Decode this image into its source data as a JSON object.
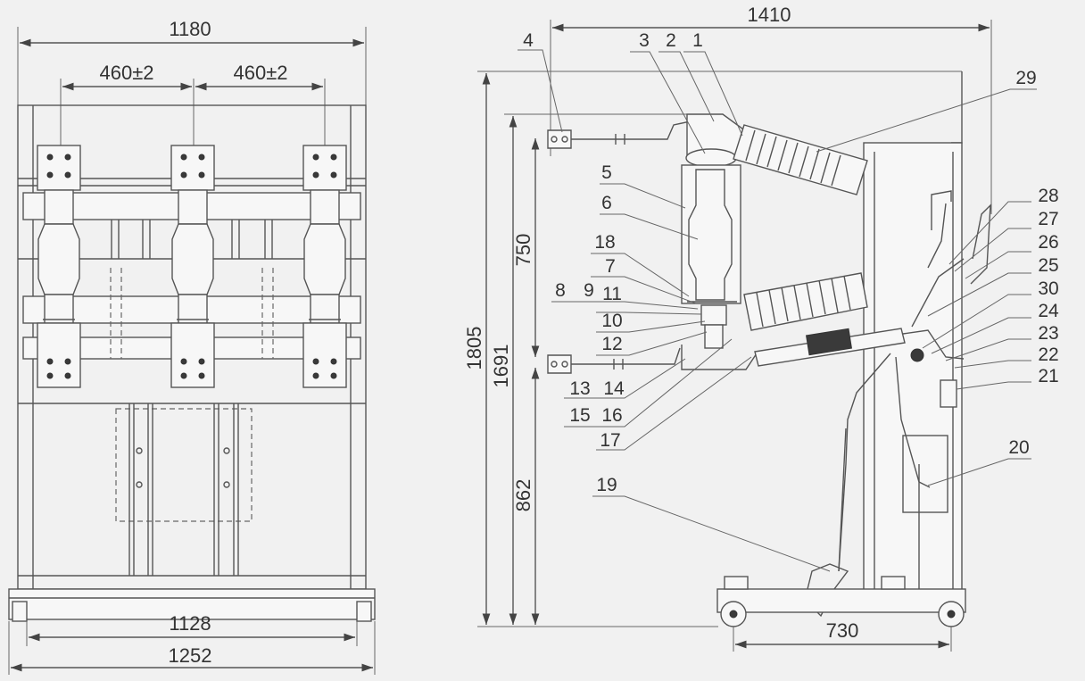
{
  "front_view": {
    "dimensions": {
      "overall_width": "1180",
      "phase_spacing_left": "460±2",
      "phase_spacing_right": "460±2",
      "wheel_track": "1128",
      "base_width": "1252"
    }
  },
  "side_view": {
    "dimensions": {
      "overall_depth": "1410",
      "overall_height": "1805",
      "upper_terminal_height": "1691",
      "terminal_spacing": "750",
      "lower_terminal_height": "862",
      "wheel_base": "730"
    },
    "callouts": [
      "1",
      "2",
      "3",
      "4",
      "5",
      "6",
      "18",
      "7",
      "8",
      "9",
      "11",
      "10",
      "12",
      "13",
      "14",
      "15",
      "16",
      "17",
      "19",
      "29",
      "28",
      "27",
      "26",
      "25",
      "30",
      "24",
      "23",
      "22",
      "21",
      "20"
    ]
  },
  "colors": {
    "line": "#555555",
    "background": "#f1f1f1",
    "fill": "#3a3a3a"
  }
}
